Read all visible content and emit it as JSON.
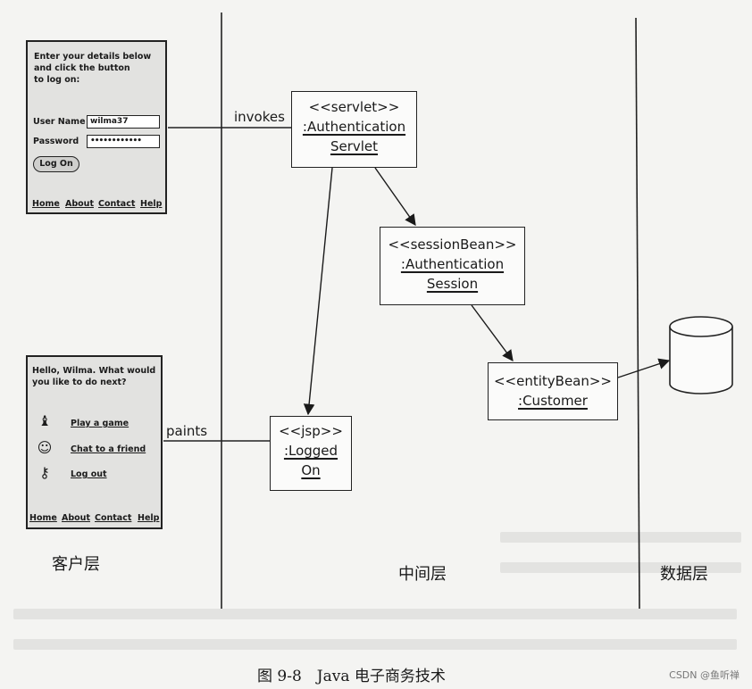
{
  "login_screen": {
    "intro": [
      "Enter your details below",
      "and click the button",
      "to log on:"
    ],
    "username_label": "User Name",
    "username_value": "wilma37",
    "password_label": "Password",
    "password_value": "••••••••••••",
    "button_label": "Log On",
    "nav": [
      "Home",
      "About",
      "Contact",
      "Help"
    ]
  },
  "menu_screen": {
    "greeting": [
      "Hello, Wilma. What would",
      "you like to do next?"
    ],
    "items": [
      {
        "icon": "chess-piece-icon",
        "glyph": "♝",
        "label": "Play a game"
      },
      {
        "icon": "people-chat-icon",
        "glyph": "☺",
        "label": "Chat to a friend"
      },
      {
        "icon": "key-icon",
        "glyph": "⚷",
        "label": "Log out"
      }
    ],
    "nav": [
      "Home",
      "About",
      "Contact",
      "Help"
    ]
  },
  "nodes": {
    "servlet": {
      "stereotype": "<<servlet>>",
      "name": [
        ":Authentication",
        "Servlet"
      ]
    },
    "session": {
      "stereotype": "<<sessionBean>>",
      "name": [
        ":Authentication",
        "Session"
      ]
    },
    "entity": {
      "stereotype": "<<entityBean>>",
      "name": [
        ":Customer"
      ]
    },
    "jsp": {
      "stereotype": "<<jsp>>",
      "name": [
        ":Logged",
        "On"
      ]
    }
  },
  "connector_labels": {
    "invokes": "invokes",
    "paints": "paints"
  },
  "layers": {
    "client": "客户层",
    "middle": "中间层",
    "data": "数据层"
  },
  "caption": "图 9-8　Java 电子商务技术",
  "watermark": "CSDN @鱼听禅"
}
